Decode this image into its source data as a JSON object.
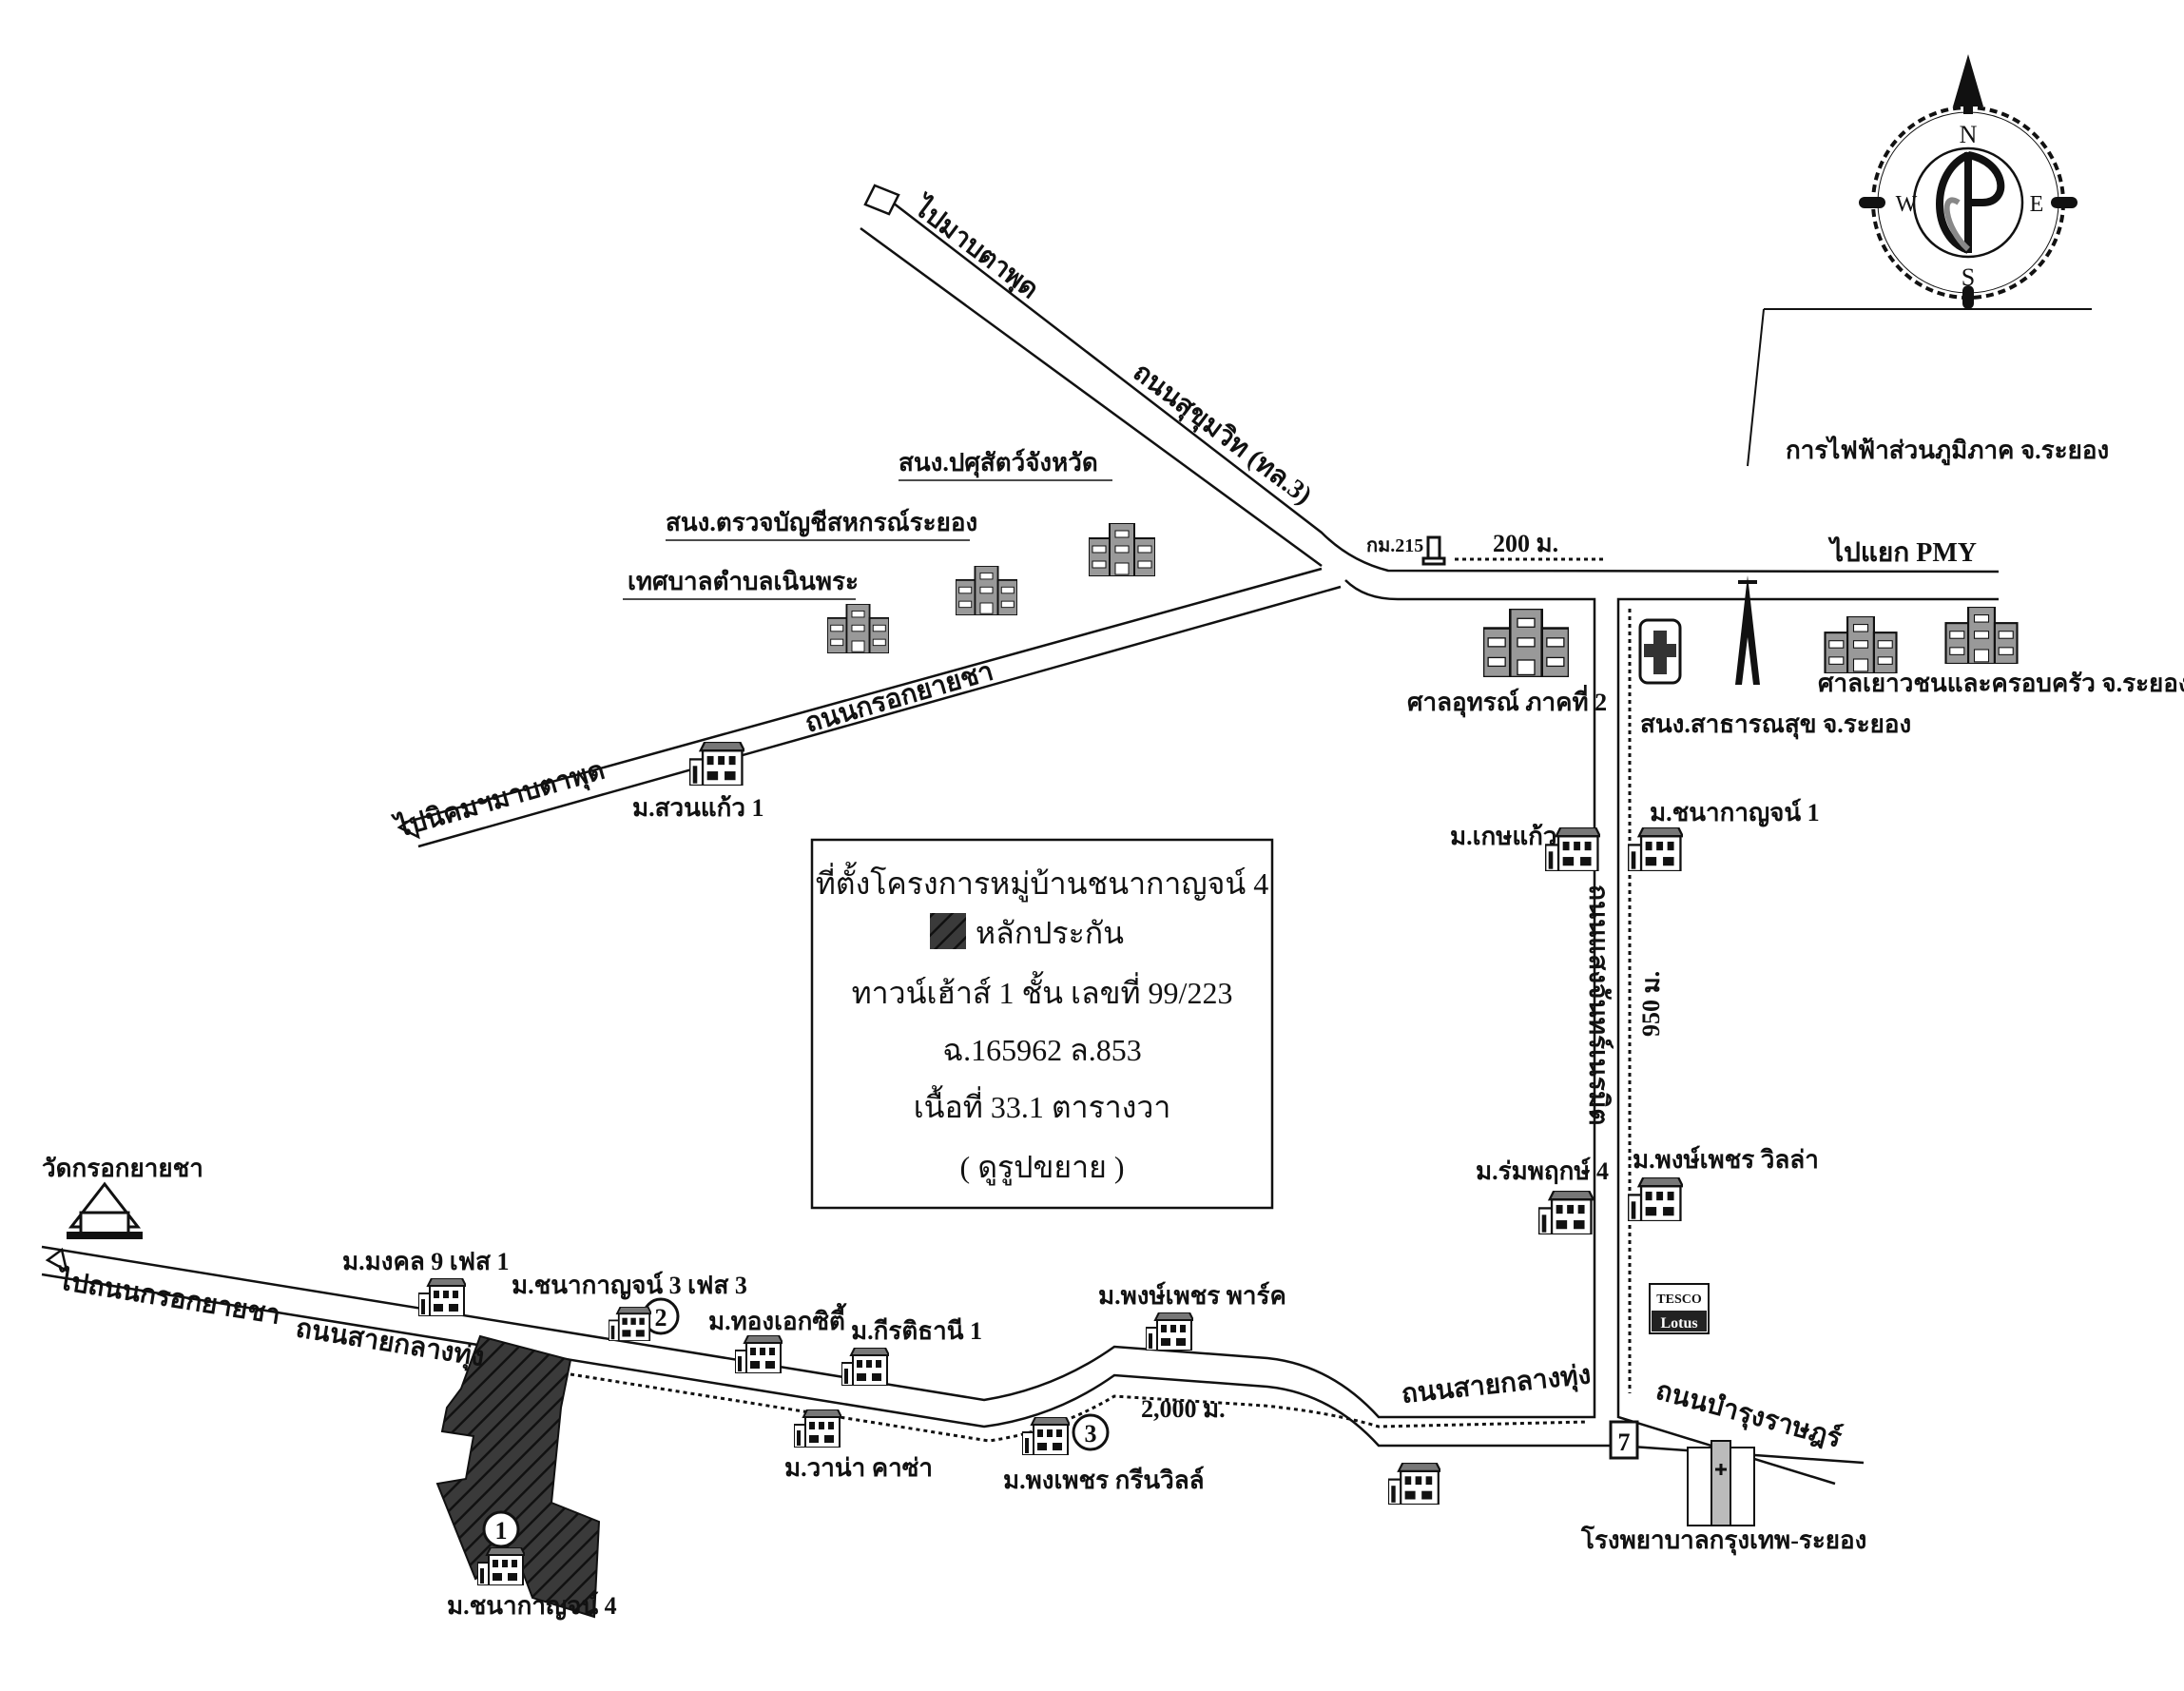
{
  "compass": {
    "north": "N",
    "east": "E",
    "south": "S",
    "west": "W"
  },
  "roads": {
    "sukhumvit": "ถนนสุขุมวิท (ทล.3)",
    "to_map_ta_phut": "ไปมาบตาพุด",
    "krok_yai_cha": "ถนนกรอกยายชา",
    "to_industrial_estate": "ไปนิคมฯมาบตาพุด",
    "to_pmy": "ไปแยก PMY",
    "saengchan": "ถนนแสงจันทร์เนรมิต",
    "sai_klang_thung_left": "ถนนสายกลางทุ่ง",
    "sai_klang_thung_right": "ถนนสายกลางทุ่ง",
    "to_krok_yai_cha": "ไปถนนกรอกยายชา",
    "bamrung_rat": "ถนนบำรุงราษฎร์"
  },
  "distances": {
    "d200": "200 ม.",
    "d950": "950 ม.",
    "d2000": "2,000 ม.",
    "km_marker": "กม.215"
  },
  "places": {
    "livestock_office": "สนง.ปศุสัตว์จังหวัด",
    "coop_audit": "สนง.ตรวจบัญชีสหกรณ์ระยอง",
    "noen_phra": "เทศบาลตำบลเนินพระ",
    "suan_kaew": "ม.สวนแก้ว 1",
    "pea": "การไฟฟ้าส่วนภูมิภาค จ.ระยอง",
    "appeal_court": "ศาลอุทรณ์ ภาคที่ 2",
    "health_office": "สนง.สาธารณสุข จ.ระยอง",
    "juvenile_court": "ศาลเยาวชนและครอบครัว จ.ระยอง",
    "ket_kaew": "ม.เกษแก้ว",
    "chanakarn1": "ม.ชนากาญจน์ 1",
    "rom_pruek": "ม.ร่มพฤกษ์ 4",
    "pongphet_villa": "ม.พงษ์เพชร วิลล่า",
    "temple": "วัดกรอกยายชา",
    "mongkol9": "ม.มงคล 9 เฟส 1",
    "chanakarn3": "ม.ชนากาญจน์ 3 เฟส 3",
    "thong_ek": "ม.ทองเอกซิตี้",
    "kirati": "ม.กีรติธานี 1",
    "pongphet_park": "ม.พงษ์เพชร พาร์ค",
    "vana_casa": "ม.วาน่า คาซ่า",
    "pongphet_green": "ม.พงเพชร กรีนวิลล์",
    "bangkok_hospital": "โรงพยาบาลกรุงเทพ-ระยอง",
    "chanakarn4": "ม.ชนากาญจน์ 4",
    "tesco_top": "TESCO",
    "tesco_bottom": "Lotus",
    "seven": "7"
  },
  "markers": {
    "m1": "1",
    "m2": "2",
    "m3": "3"
  },
  "info_box": {
    "title": "ที่ตั้งโครงการหมู่บ้านชนากาญจน์ 4",
    "legend": "หลักประกัน",
    "line1": "ทาวน์เฮ้าส์ 1 ชั้น เลขที่ 99/223",
    "line2": "ฉ.165962 ล.853",
    "line3": "เนื้อที่ 33.1 ตารางวา",
    "line4": "( ดูรูปขยาย )"
  },
  "colors": {
    "ink": "#111111",
    "plot": "#333333",
    "building": "#9a9a9a"
  }
}
